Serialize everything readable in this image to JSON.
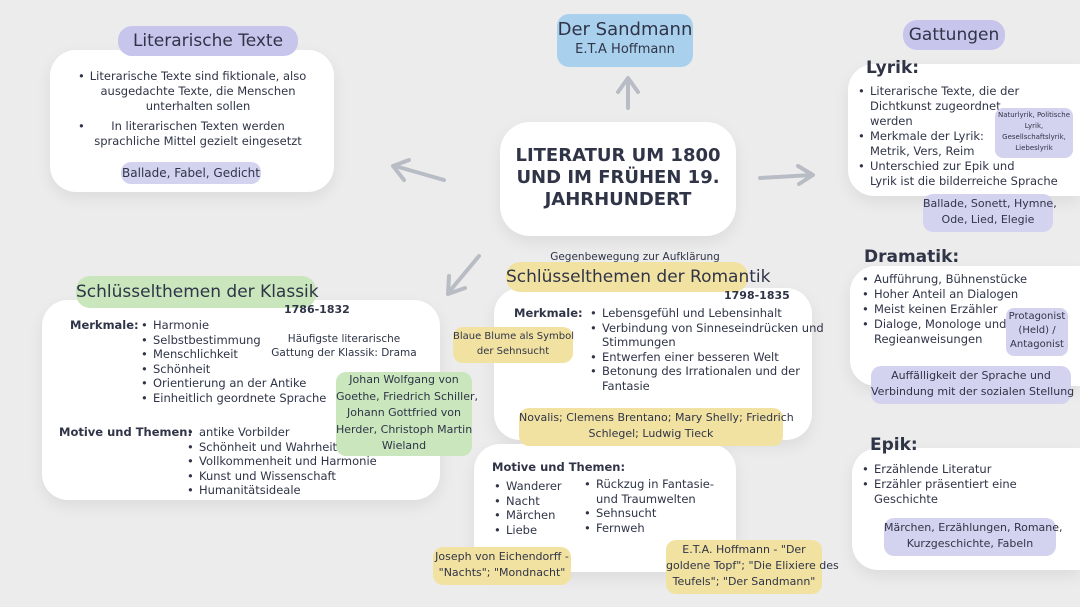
{
  "center": {
    "title_line1": "LITERATUR UM 1800",
    "title_line2": "UND IM FRÜHEN 19.",
    "title_line3": "JAHRHUNDERT"
  },
  "sandmann": {
    "title": "Der Sandmann",
    "author": "E.T.A Hoffmann"
  },
  "literarische": {
    "title": "Literarische Texte",
    "b1_l1": "Literarische Texte sind fiktionale, also",
    "b1_l2": "ausgedachte Texte, die Menschen",
    "b1_l3": "unterhalten sollen",
    "b2_l1": "In literarischen Texten werden",
    "b2_l2": "sprachliche Mittel gezielt eingesetzt",
    "examples": "Ballade, Fabel, Gedicht"
  },
  "gattungen": {
    "title": "Gattungen",
    "lyrik": {
      "heading": "Lyrik:",
      "b1_l1": "Literarische Texte, die der",
      "b1_l2": "Dichtkunst zugeordnet",
      "b1_l3": "werden",
      "b2_l1": "Merkmale der Lyrik:",
      "b2_l2": "Metrik, Vers, Reim",
      "b3_l1": "Unterschied zur Epik und",
      "b3_l2": "Lyrik ist die bilderreiche Sprache",
      "note_l1": "Naturlyrik, Politische",
      "note_l2": "Lyrik,",
      "note_l3": "Gesellschaftslyrik,",
      "note_l4": "Liebeslyrik",
      "examples_l1": "Ballade, Sonett, Hymne,",
      "examples_l2": "Ode, Lied, Elegie"
    },
    "dramatik": {
      "heading": "Dramatik:",
      "b1": "Aufführung, Bühnenstücke",
      "b2": "Hoher Anteil an Dialogen",
      "b3": "Meist keinen Erzähler",
      "b4_l1": "Dialoge, Monologe und",
      "b4_l2": "Regieanweisungen",
      "note_l1": "Protagonist",
      "note_l2": "(Held) /",
      "note_l3": "Antagonist",
      "extra_l1": "Auffälligkeit der Sprache und",
      "extra_l2": "Verbindung mit der sozialen Stellung"
    },
    "epik": {
      "heading": "Epik:",
      "b1": "Erzählende Literatur",
      "b2_l1": "Erzähler präsentiert eine",
      "b2_l2": "Geschichte",
      "examples_l1": "Märchen, Erzählungen, Romane,",
      "examples_l2": "Kurzgeschichte, Fabeln"
    }
  },
  "klassik": {
    "title": "Schlüsselthemen der Klassik",
    "years": "1786-1832",
    "merkmale_label": "Merkmale:",
    "merkmale": [
      "Harmonie",
      "Selbstbestimmung",
      "Menschlichkeit",
      "Schönheit",
      "Orientierung an der Antike",
      "Einheitlich geordnete Sprache"
    ],
    "gattung_l1": "Häufigste literarische",
    "gattung_l2": "Gattung der Klassik: Drama",
    "authors_l1": "Johan Wolfgang von",
    "authors_l2": "Goethe, Friedrich Schiller,",
    "authors_l3": "Johann Gottfried von",
    "authors_l4": "Herder, Christoph Martin",
    "authors_l5": "Wieland",
    "motive_label": "Motive und Themen:",
    "motive": [
      "antike Vorbilder",
      "Schönheit und Wahrheit",
      "Vollkommenheit und Harmonie",
      "Kunst und Wissenschaft",
      "Humanitätsideale"
    ]
  },
  "romantik": {
    "gegen": "Gegenbewegung zur Aufklärung",
    "title": "Schlüsselthemen der Romantik",
    "years": "1798-1835",
    "merkmale_label": "Merkmale:",
    "m1": "Lebensgefühl und Lebensinhalt",
    "m2_l1": "Verbindung von Sinneseindrücken und",
    "m2_l2": "Stimmungen",
    "m3": "Entwerfen einer besseren Welt",
    "m4_l1": "Betonung des Irrationalen und der",
    "m4_l2": "Fantasie",
    "blume_l1": "Blaue Blume als Symbol",
    "blume_l2": "der Sehnsucht",
    "authors_l1": "Novalis; Clemens Brentano; Mary Shelly; Friedrich",
    "authors_l2": "Schlegel; Ludwig Tieck",
    "motive_label": "Motive und Themen:",
    "motive_left": [
      "Wanderer",
      "Nacht",
      "Märchen",
      "Liebe"
    ],
    "mr1_l1": "Rückzug in Fantasie-",
    "mr1_l2": "und Traumwelten",
    "mr2": "Sehnsucht",
    "mr3": "Fernweh",
    "eichendorff_l1": "Joseph von Eichendorff -",
    "eichendorff_l2": "\"Nachts\"; \"Mondnacht\"",
    "hoffmann_l1": "E.T.A. Hoffmann - \"Der",
    "hoffmann_l2": "goldene Topf\"; \"Die Elixiere des",
    "hoffmann_l3": "Teufels\"; \"Der Sandmann\""
  }
}
